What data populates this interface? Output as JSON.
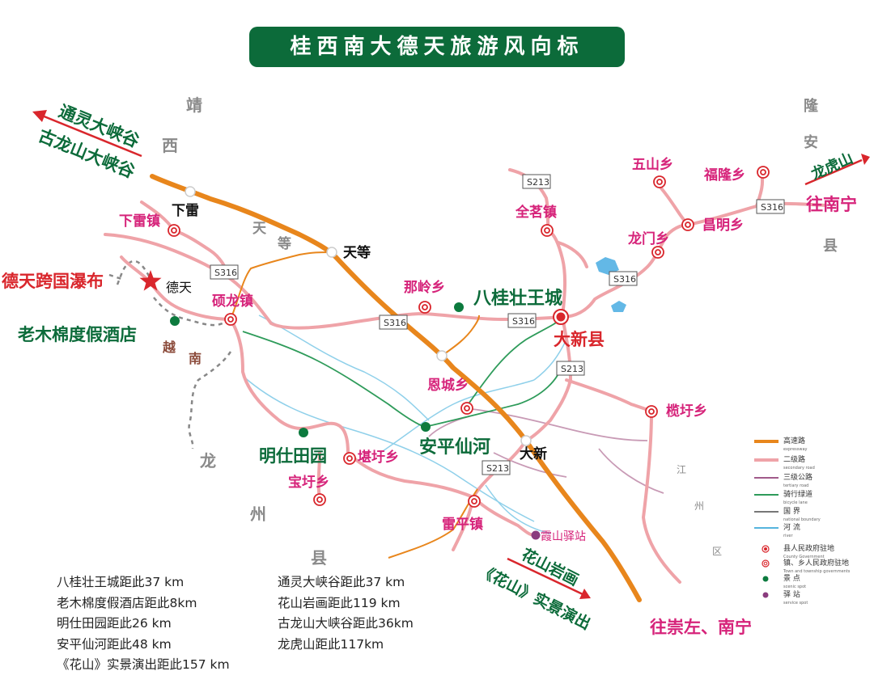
{
  "title": "桂西南大德天旅游风向标",
  "regions": {
    "jingxi": [
      "靖",
      "西"
    ],
    "tiandeng": [
      "天",
      "等"
    ],
    "longan": [
      "隆",
      "安",
      "县"
    ],
    "longzhou": [
      "龙",
      "州",
      "县"
    ],
    "yuenan": [
      "越",
      "南"
    ],
    "jiangzhou": [
      "江",
      "州",
      "区"
    ]
  },
  "directions": {
    "tongling": "通灵大峡谷",
    "gulongshan": "古龙山大峡谷",
    "longhushan": "龙虎山",
    "to_nanning": "往南宁",
    "huashan_rock": "花山岩画",
    "huashan_show": "《花山》实景演出",
    "to_chongzuo": "往崇左、南宁"
  },
  "places": {
    "xialei": "下雷",
    "xialei_town": "下雷镇",
    "detian": "德天",
    "detian_falls": "德天跨国瀑布",
    "shuolong": "硕龙镇",
    "laomumian": "老木棉度假酒店",
    "tiandeng_town": "天等",
    "naling": "那岭乡",
    "baguizhuang": "八桂壮王城",
    "quanming": "全茗镇",
    "wushan": "五山乡",
    "fulong": "福隆乡",
    "longmen": "龙门乡",
    "changming": "昌明乡",
    "daxin_county": "大新县",
    "encheng": "恩城乡",
    "anping": "安平仙河",
    "daxin": "大新",
    "lanyu": "榄圩乡",
    "mingshi": "明仕田园",
    "kanyu": "堪圩乡",
    "baoyu": "宝圩乡",
    "leiping": "雷平镇",
    "xiashan": "霞山驿站"
  },
  "roads": {
    "s316": "S316",
    "s213": "S213"
  },
  "legend": [
    {
      "cn": "高速路",
      "en": "expressway",
      "color": "#e8861c",
      "kind": "line"
    },
    {
      "cn": "二级路",
      "en": "secondary road",
      "color": "#efa3a8",
      "kind": "line"
    },
    {
      "cn": "三级公路",
      "en": "tertiary road",
      "color": "#a05a8a",
      "kind": "line"
    },
    {
      "cn": "骑行绿道",
      "en": "bicycle lane",
      "color": "#2e9b5a",
      "kind": "line"
    },
    {
      "cn": "国  界",
      "en": "national boundary",
      "color": "#777777",
      "kind": "line"
    },
    {
      "cn": "河  流",
      "en": "river",
      "color": "#55b4dd",
      "kind": "line"
    },
    {
      "cn": "县人民政府驻地",
      "en": "County Government",
      "color": "#d9262c",
      "kind": "county"
    },
    {
      "cn": "镇、乡人民政府驻地",
      "en": "Town and township governments",
      "color": "#d9262c",
      "kind": "town"
    },
    {
      "cn": "景  点",
      "en": "scenic spot",
      "color": "#0c7a3e",
      "kind": "dot"
    },
    {
      "cn": "驿  站",
      "en": "service spot",
      "color": "#8a3c7e",
      "kind": "dot"
    }
  ],
  "distances_left": [
    "八桂壮王城距此37 km",
    "老木棉度假酒店距此8km",
    "明仕田园距此26 km",
    "安平仙河距此48 km",
    "《花山》实景演出距此157 km"
  ],
  "distances_right": [
    "通灵大峡谷距此37 km",
    "花山岩画距此119 km",
    "古龙山大峡谷距此36km",
    "龙虎山距此117km"
  ],
  "colors": {
    "banner": "#0c6b3a",
    "expressway": "#e8861c",
    "secondary": "#efa3a8",
    "tertiary": "#a05a8a",
    "green_label": "#0c6b3a",
    "pink_label": "#d6237a",
    "red": "#d9262c",
    "region": "#8a8a8a"
  }
}
